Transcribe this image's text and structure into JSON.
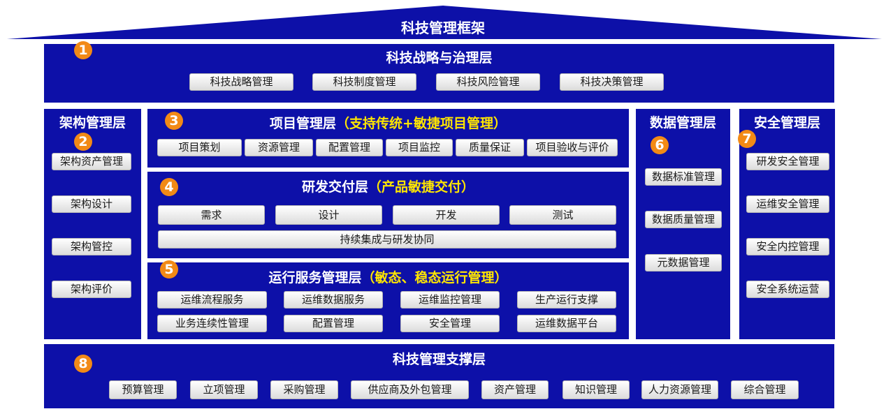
{
  "framework": {
    "title": "科技管理框架"
  },
  "layers": {
    "strategy": {
      "badge": "1",
      "title": "科技战略与治理层",
      "items": [
        "科技战略管理",
        "科技制度管理",
        "科技风险管理",
        "科技决策管理"
      ]
    },
    "architecture": {
      "badge": "2",
      "title": "架构管理层",
      "items": [
        "架构资产管理",
        "架构设计",
        "架构管控",
        "架构评价"
      ]
    },
    "project": {
      "badge": "3",
      "title": "项目管理层",
      "highlight": "（支持传统+敏捷项目管理）",
      "items": [
        "项目策划",
        "资源管理",
        "配置管理",
        "项目监控",
        "质量保证",
        "项目验收与评价"
      ]
    },
    "delivery": {
      "badge": "4",
      "title": "研发交付层",
      "highlight": "（产品敏捷交付）",
      "items": [
        "需求",
        "设计",
        "开发",
        "测试"
      ],
      "wide_item": "持续集成与研发协同"
    },
    "operations": {
      "badge": "5",
      "title": "运行服务管理层",
      "highlight": "（敏态、稳态运行管理）",
      "items": [
        "运维流程服务",
        "运维数据服务",
        "运维监控管理",
        "生产运行支撑",
        "业务连续性管理",
        "配置管理",
        "安全管理",
        "运维数据平台"
      ]
    },
    "data": {
      "badge": "6",
      "title": "数据管理层",
      "items": [
        "数据标准管理",
        "数据质量管理",
        "元数据管理"
      ]
    },
    "security": {
      "badge": "7",
      "title": "安全管理层",
      "items": [
        "研发安全管理",
        "运维安全管理",
        "安全内控管理",
        "安全系统运营"
      ]
    },
    "support": {
      "badge": "8",
      "title": "科技管理支撑层",
      "items": [
        "预算管理",
        "立项管理",
        "采购管理",
        "供应商及外包管理",
        "资产管理",
        "知识管理",
        "人力资源管理",
        "综合管理"
      ]
    }
  },
  "colors": {
    "panel": "#0d10a8",
    "badge": "#f28a16",
    "highlight": "#ffe600",
    "chip": "#eeeeee"
  }
}
